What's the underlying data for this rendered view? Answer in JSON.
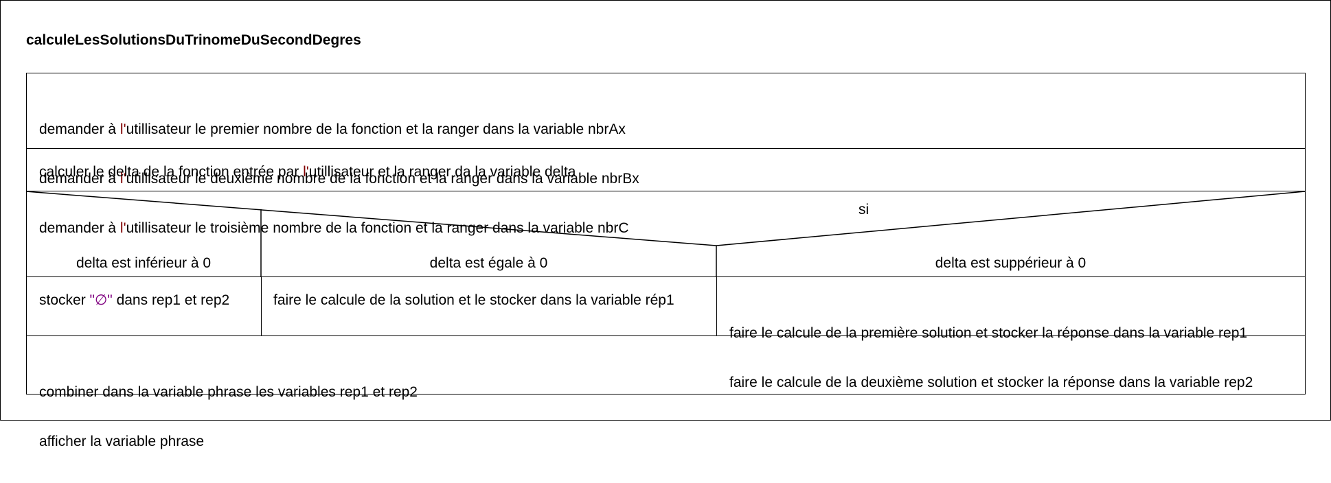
{
  "title": "calculeLesSolutionsDuTrinomeDuSecondDegres",
  "block1": {
    "lines": [
      [
        "demander à ",
        "l'",
        "utillisateur le premier nombre de la fonction et la ranger dans la variable nbrAx"
      ],
      [
        "demander à ",
        "l'",
        "utillisateur le deuxième nombre de la fonction et la ranger dans la variable nbrBx"
      ],
      [
        "demander à ",
        "l'",
        "utillisateur le troisième nombre de la fonction et la ranger dans la variable nbrC"
      ]
    ]
  },
  "block2": {
    "pre": "calculer le delta de la fonction entrée par ",
    "hl": "l'",
    "post": "utillisateur et la ranger da la variable delta"
  },
  "decision": {
    "keyword": "si",
    "conditions": [
      "delta est inférieur à 0",
      "delta est égale à 0",
      "delta est suppérieur à 0"
    ]
  },
  "branches": {
    "left": {
      "pre": "stocker ",
      "quoted": "\"∅\"",
      "post": " dans rep1 et rep2"
    },
    "middle": "faire le calcule de la solution et le stocker dans la variable rép1",
    "right": [
      "faire le calcule de la première solution et stocker la réponse dans la variable rep1",
      "faire le calcule de la deuxième solution et stocker la réponse dans la variable rep2"
    ]
  },
  "block_final": {
    "lines": [
      "combiner dans la variable phrase les variables rep1 et rep2",
      "afficher la variable phrase"
    ]
  },
  "colors": {
    "border": "#000000",
    "apostrophe": "#800000",
    "quote": "#800080"
  }
}
